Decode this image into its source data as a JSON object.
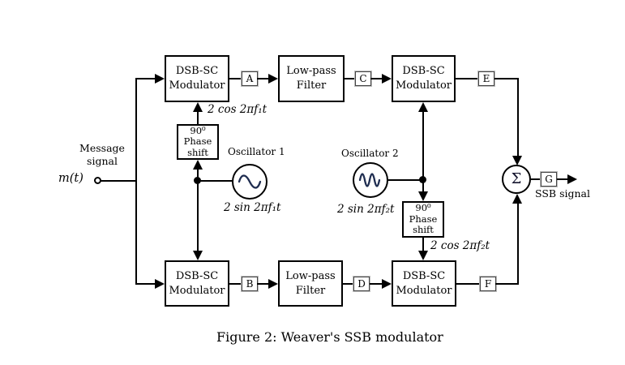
{
  "caption": "Figure 2: Weaver's SSB modulator",
  "blocks": {
    "dsb1": [
      "DSB-SC",
      "Modulator"
    ],
    "lpf1": [
      "Low-pass",
      "Filter"
    ],
    "dsb2": [
      "DSB-SC",
      "Modulator"
    ],
    "dsb3": [
      "DSB-SC",
      "Modulator"
    ],
    "lpf2": [
      "Low-pass",
      "Filter"
    ],
    "dsb4": [
      "DSB-SC",
      "Modulator"
    ],
    "ps1": [
      "90⁰",
      "Phase",
      "shift"
    ],
    "ps2": [
      "90⁰",
      "Phase",
      "shift"
    ]
  },
  "points": {
    "a": "A",
    "b": "B",
    "c": "C",
    "d": "D",
    "e": "E",
    "f": "F",
    "g": "G"
  },
  "oscillators": {
    "osc1_label": "Oscillator 1",
    "osc2_label": "Oscillator 2"
  },
  "signals": {
    "cos_f1": "2 cos 2πf₁t",
    "sin_f1": "2 sin 2πf₁t",
    "sin_f2": "2 sin 2πf₂t",
    "cos_f2": "2 cos 2πf₂t",
    "message_line1": "Message",
    "message_line2": "signal",
    "input": "m(t)",
    "output": "SSB signal",
    "summer": "Σ"
  },
  "colors": {
    "line": "#000000",
    "oscillator_glyph": "#1f2d50",
    "background": "#ffffff"
  }
}
